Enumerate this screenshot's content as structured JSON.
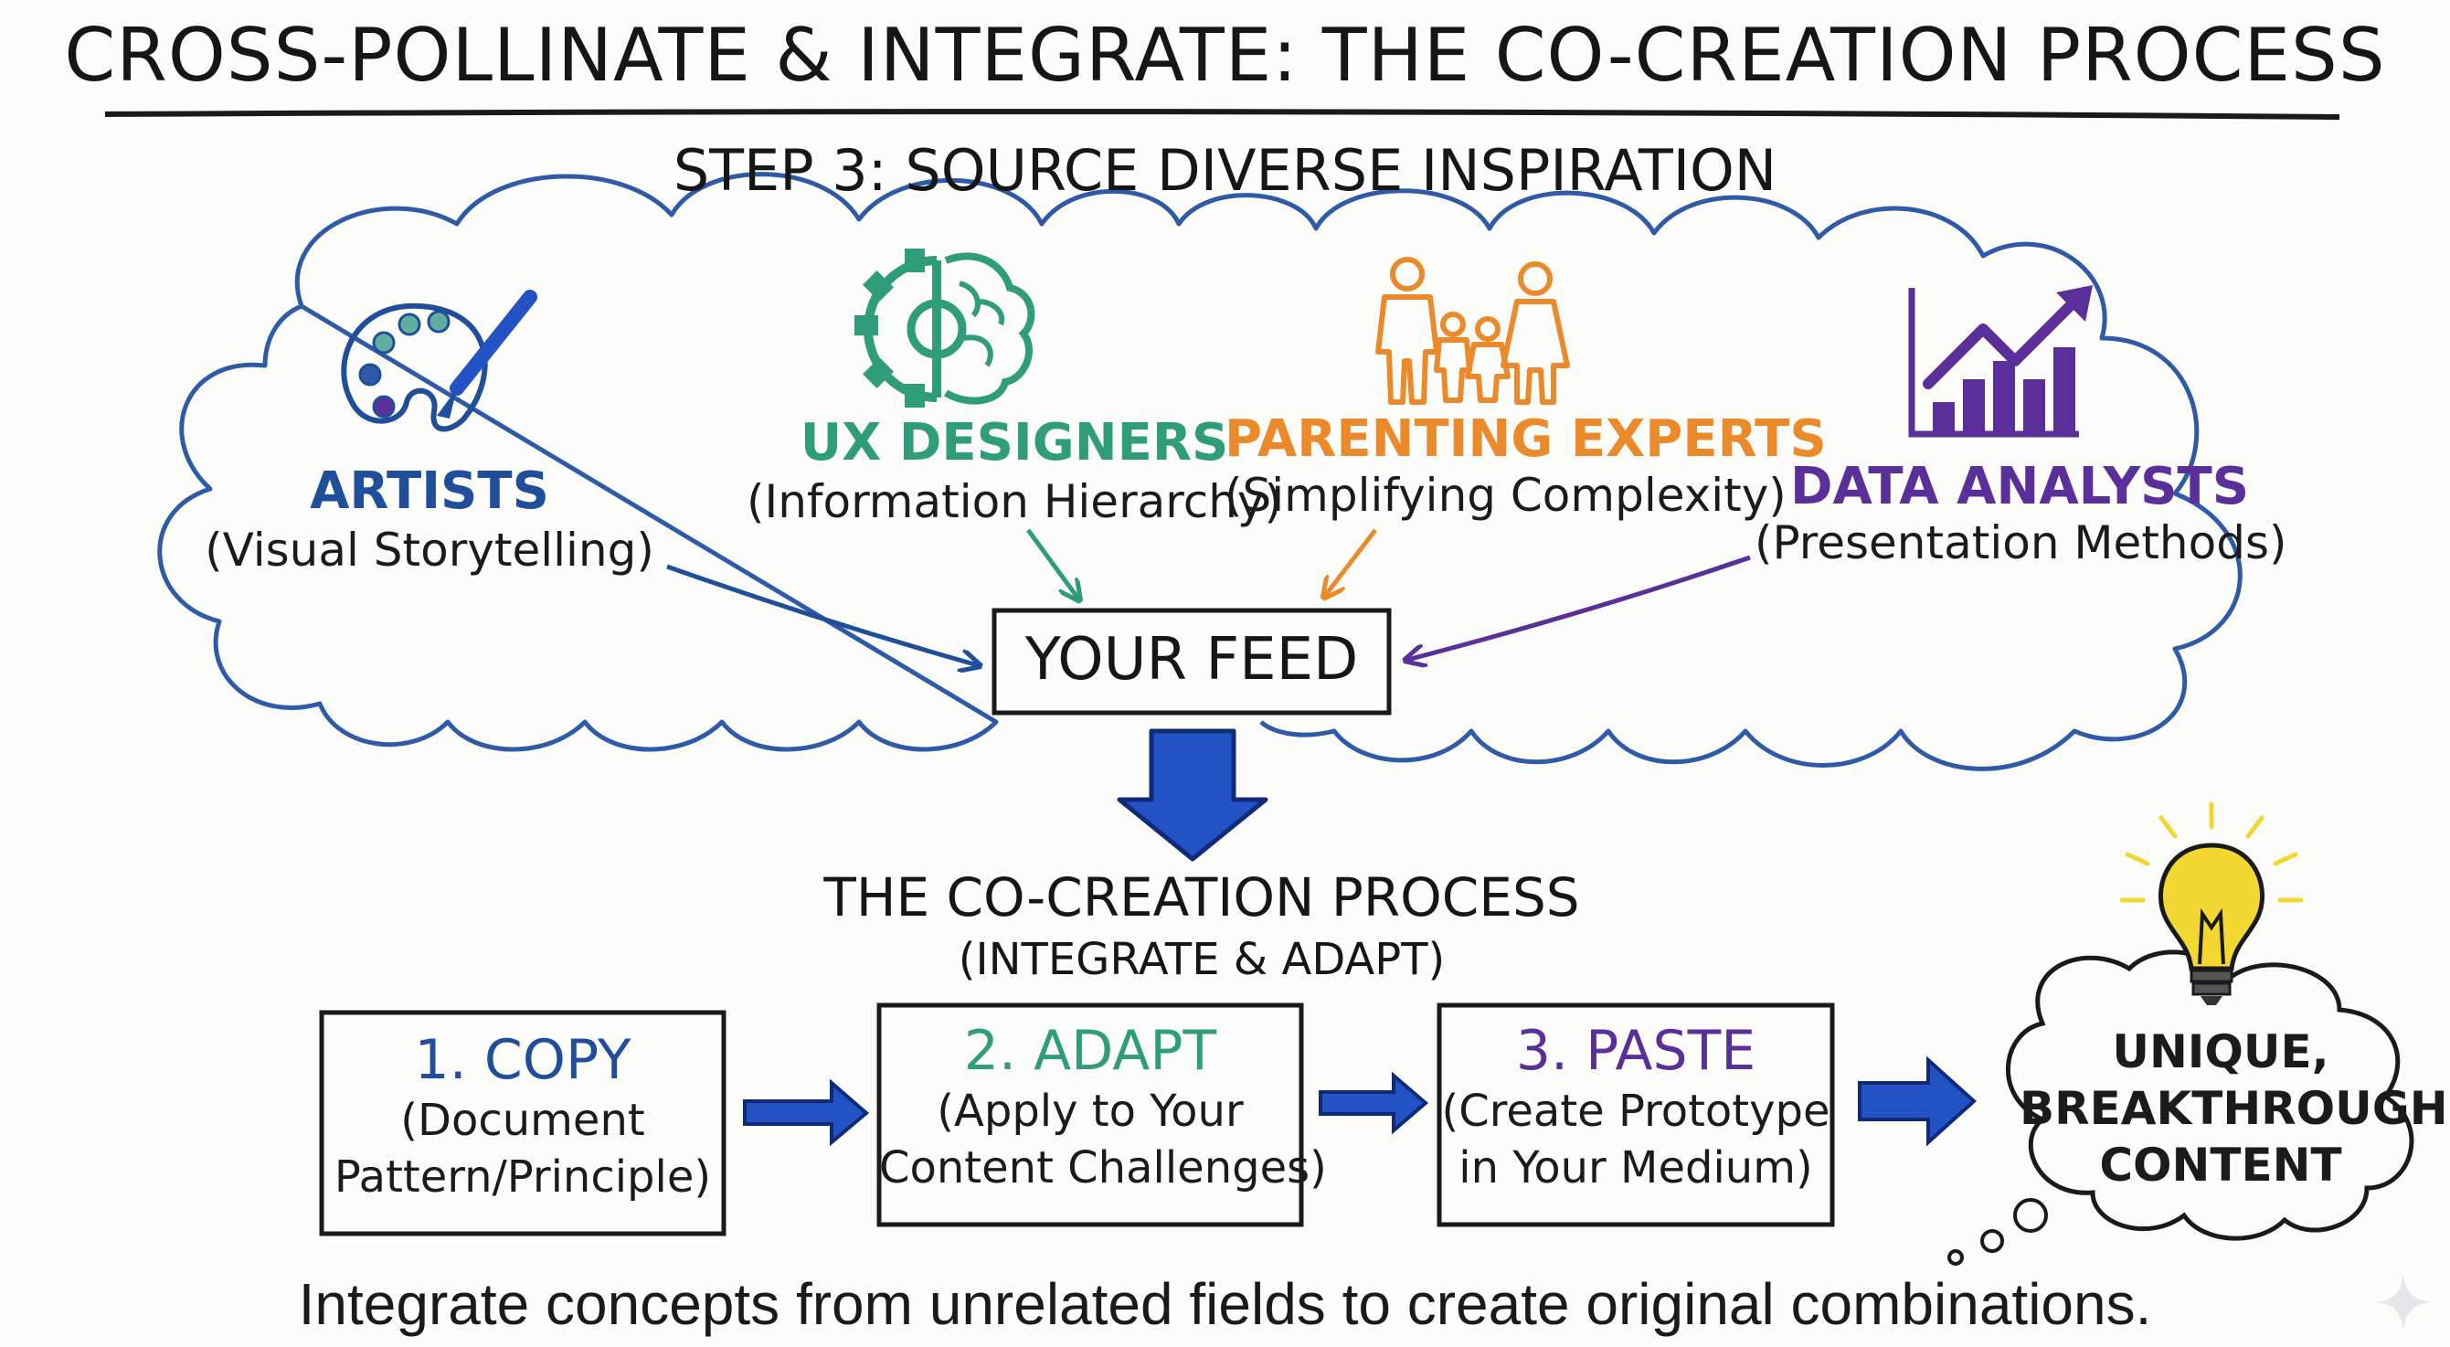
{
  "title": "CROSS-POLLINATE & INTEGRATE: THE CO-CREATION PROCESS",
  "step3_heading": "STEP 3: SOURCE DIVERSE INSPIRATION",
  "sources": [
    {
      "name": "ARTISTS",
      "desc": "(Visual Storytelling)",
      "color": "#1f4e9a",
      "icon": "palette-icon"
    },
    {
      "name": "UX DESIGNERS",
      "desc": "(Information Hierarchy)",
      "color": "#2f9c7a",
      "icon": "gear-brain-icon"
    },
    {
      "name": "PARENTING EXPERTS",
      "desc": "(Simplifying Complexity)",
      "color": "#ea8a2a",
      "icon": "family-icon"
    },
    {
      "name": "DATA ANALYSTS",
      "desc": "(Presentation Methods)",
      "color": "#5a2f9a",
      "icon": "bar-chart-trend-icon"
    }
  ],
  "feed_label": "YOUR FEED",
  "process_title": "THE CO-CREATION PROCESS",
  "process_subtitle": "(INTEGRATE & ADAPT)",
  "steps": [
    {
      "title": "1. COPY",
      "line1": "(Document",
      "line2": "Pattern/Principle)",
      "color": "#1f4e9a"
    },
    {
      "title": "2. ADAPT",
      "line1": "(Apply to Your",
      "line2": "Content Challenges)",
      "color": "#2f9c7a"
    },
    {
      "title": "3. PASTE",
      "line1": "(Create Prototype",
      "line2": "in Your Medium)",
      "color": "#5a2f9a"
    }
  ],
  "result": {
    "line1": "UNIQUE,",
    "line2": "BREAKTHROUGH",
    "line3": "CONTENT"
  },
  "caption": "Integrate concepts from unrelated fields to create original combinations.",
  "colors": {
    "arrow_blue": "#2352c4",
    "cloud_outline": "#2e5aa8",
    "bulb_yellow": "#f4d832"
  }
}
